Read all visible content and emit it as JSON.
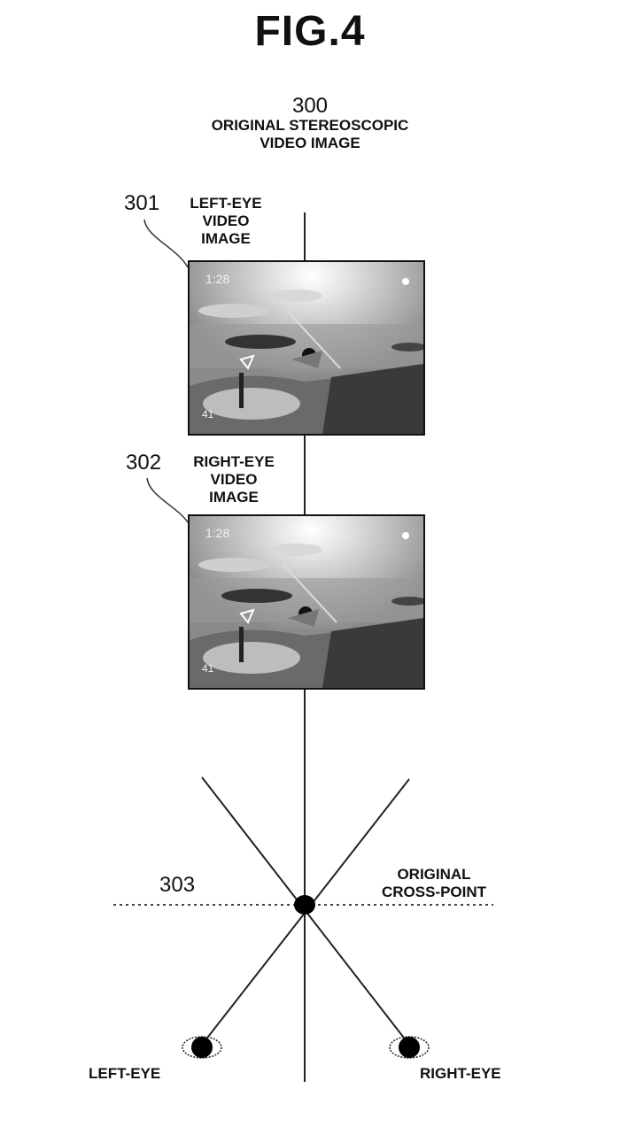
{
  "figure": {
    "title": "FIG.4"
  },
  "original_image": {
    "ref": "300",
    "label_line1": "ORIGINAL STEREOSCOPIC",
    "label_line2": "VIDEO IMAGE"
  },
  "left_eye_image": {
    "ref": "301",
    "label_line1": "LEFT-EYE",
    "label_line2": "VIDEO",
    "label_line3": "IMAGE",
    "hud_top_left": "1:28",
    "hud_bottom_left": "41"
  },
  "right_eye_image": {
    "ref": "302",
    "label_line1": "RIGHT-EYE",
    "label_line2": "VIDEO",
    "label_line3": "IMAGE",
    "hud_top_left": "1:28",
    "hud_bottom_left": "41"
  },
  "cross_point": {
    "ref": "303",
    "label_line1": "ORIGINAL",
    "label_line2": "CROSS-POINT"
  },
  "eyes": {
    "left_label": "LEFT-EYE",
    "right_label": "RIGHT-EYE"
  }
}
